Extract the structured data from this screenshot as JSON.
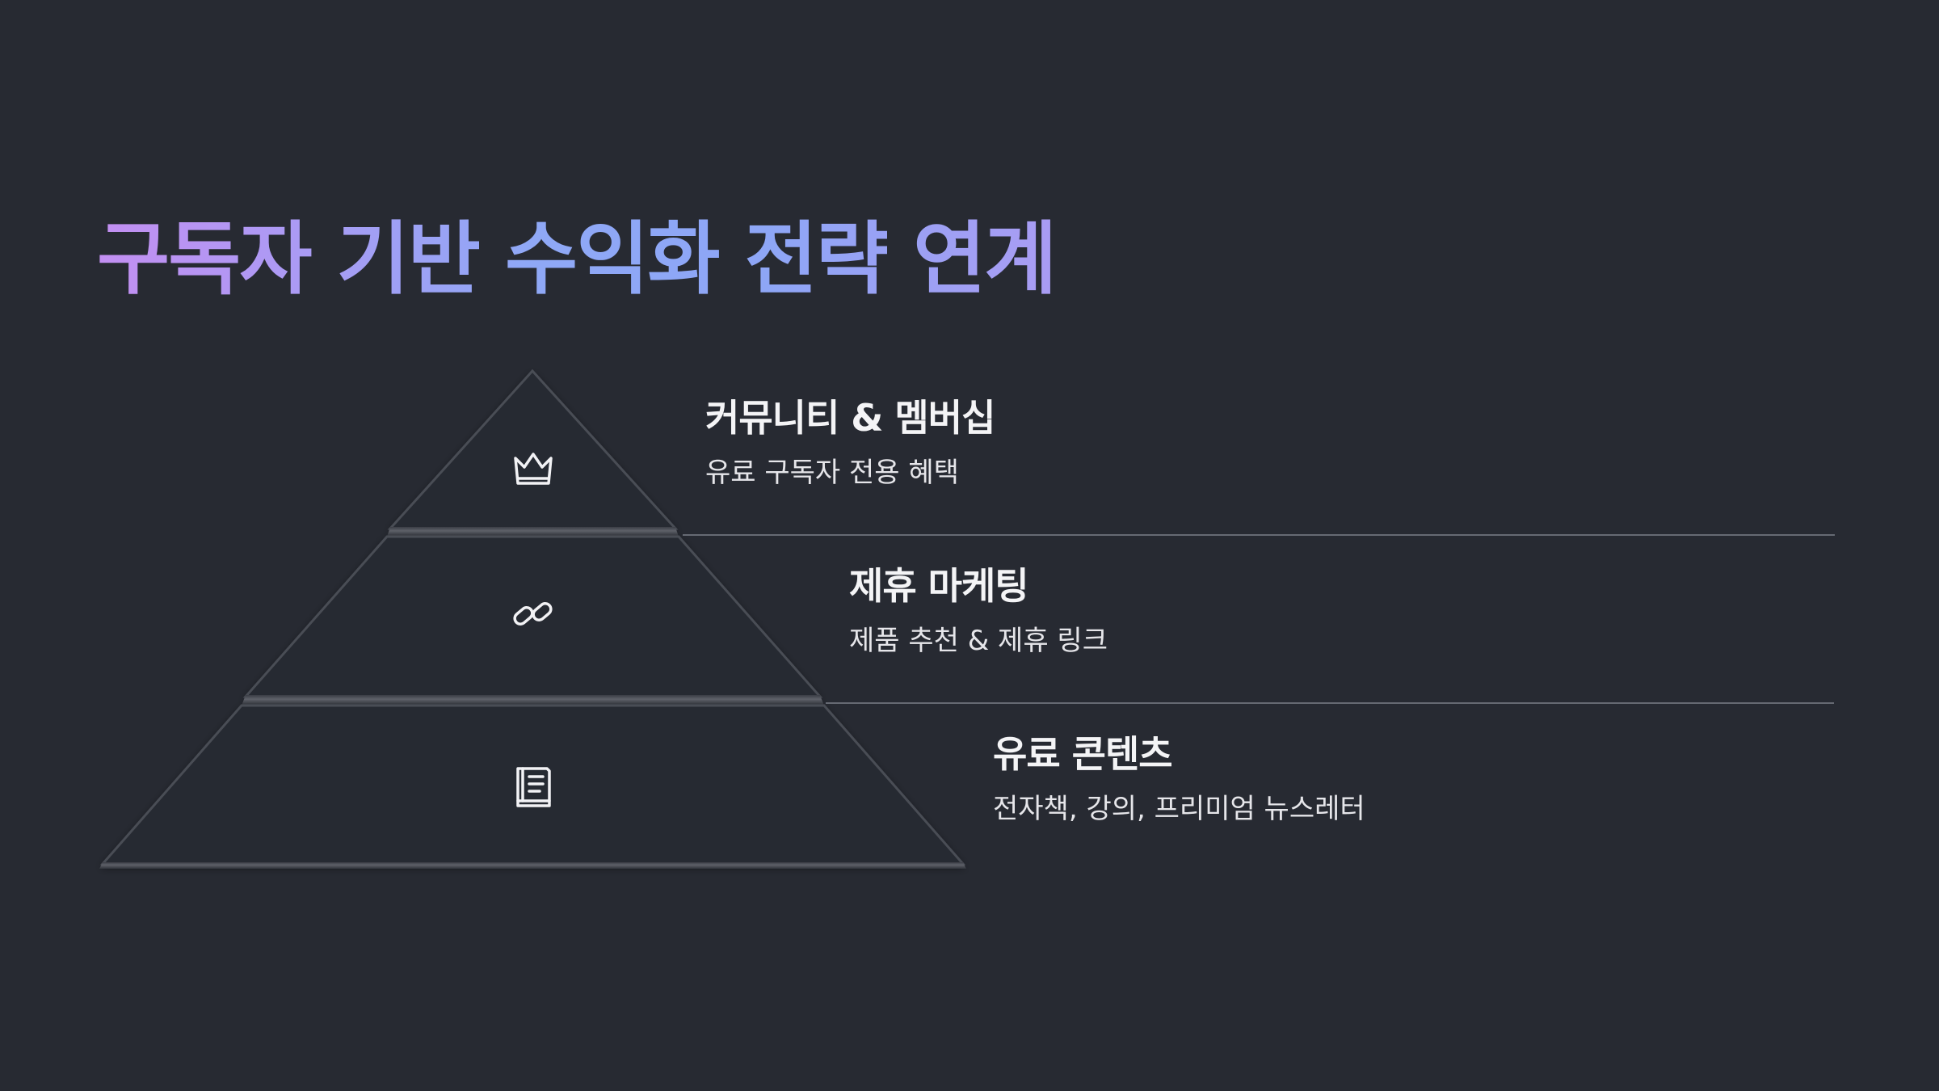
{
  "title": "구독자 기반 수익화 전략 연계",
  "tiers": [
    {
      "icon": "crown-icon",
      "heading": "커뮤니티 & 멤버십",
      "description": "유료 구독자 전용 혜택"
    },
    {
      "icon": "link-icon",
      "heading": "제휴 마케팅",
      "description": "제품 추천 & 제휴 링크"
    },
    {
      "icon": "book-icon",
      "heading": "유료 콘텐츠",
      "description": "전자책, 강의, 프리미엄 뉴스레터"
    }
  ],
  "colors": {
    "background": "#272a32",
    "tier_fill": "#262930",
    "divider": "#666a73",
    "title_gradient_start": "#c38ff2",
    "title_gradient_end": "#8ea6f6"
  }
}
